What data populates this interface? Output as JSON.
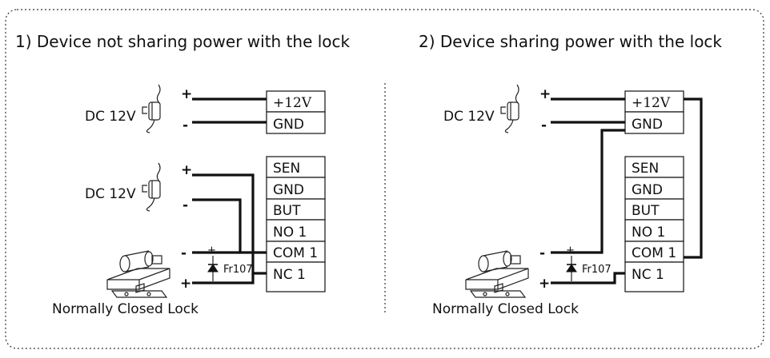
{
  "panel_left": {
    "title": "1) Device not sharing power with the lock",
    "psu1_label": "DC 12V",
    "psu2_label": "DC 12V",
    "psu1_plus": "+",
    "psu1_minus": "-",
    "psu2_plus": "+",
    "psu2_minus": "-",
    "lock_minus": "-",
    "lock_plus": "+",
    "diode_label": "Fr107",
    "lock_label": "Normally Closed Lock",
    "power_terminals": [
      "+12V",
      "GND"
    ],
    "io_terminals": [
      "SEN",
      "GND",
      "BUT",
      "NO 1",
      "COM 1",
      "NC 1"
    ]
  },
  "panel_right": {
    "title": "2) Device sharing power with the lock",
    "psu_label": "DC 12V",
    "psu_plus": "+",
    "psu_minus": "-",
    "lock_minus": "-",
    "lock_plus": "+",
    "diode_label": "Fr107",
    "lock_label": "Normally Closed Lock",
    "power_terminals": [
      "+12V",
      "GND"
    ],
    "io_terminals": [
      "SEN",
      "GND",
      "BUT",
      "NO 1",
      "COM 1",
      "NC 1"
    ]
  },
  "icons": [
    "power-adapter-icon",
    "lock-icon",
    "diode-icon"
  ]
}
